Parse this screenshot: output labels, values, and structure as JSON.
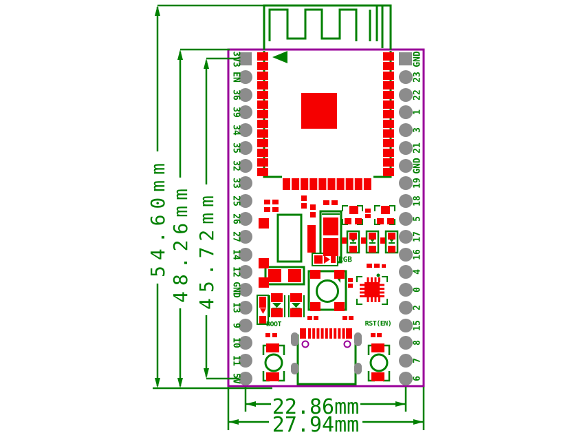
{
  "drawing": {
    "type": "pcb-dimension-drawing",
    "board": "ESP32 dev board"
  },
  "colors": {
    "board_outline": "#990099",
    "silkscreen_green": "#008000",
    "copper_red": "#f50000",
    "pad_gray": "#8c8c8c",
    "background": "#ffffff"
  },
  "dimensions": {
    "total_height": "54.60mm",
    "board_height": "48.26mm",
    "pin_span_height": "45.72mm",
    "pin_span_width": "22.86mm",
    "total_width": "27.94mm"
  },
  "pins": {
    "left": [
      "3V3",
      "EN",
      "36",
      "39",
      "34",
      "35",
      "32",
      "33",
      "25",
      "26",
      "27",
      "14",
      "12",
      "GND",
      "13",
      "9",
      "10",
      "11",
      "5V"
    ],
    "right": [
      "GND",
      "23",
      "22",
      "1",
      "3",
      "21",
      "GND",
      "19",
      "18",
      "5",
      "17",
      "16",
      "4",
      "0",
      "2",
      "15",
      "8",
      "7",
      "6"
    ]
  },
  "silkscreen_labels": {
    "boot_button": "BOOT",
    "reset_button": "RST(EN)",
    "rgb_led": "RGB"
  }
}
